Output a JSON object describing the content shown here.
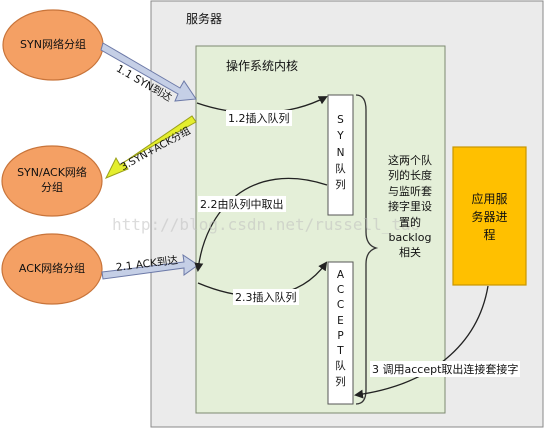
{
  "server_title": "服务器",
  "kernel_title": "操作系统内核",
  "nodes": {
    "syn": "SYN网络分组",
    "synack_line1": "SYN/ACK网络",
    "synack_line2": "分组",
    "ack": "ACK网络分组"
  },
  "arrows": {
    "a11": "1.1 SYN到达",
    "a3": "3.SYN+ACK分组",
    "a21": "2.1 ACK到达",
    "a12": "1.2插入队列",
    "a22": "2.2由队列中取出",
    "a23": "2.3插入队列",
    "a_accept": "3 调用accept取出连接套接字"
  },
  "syn_queue_chars": [
    "S",
    "Y",
    "N",
    "队",
    "列"
  ],
  "accept_queue_chars": [
    "A",
    "C",
    "C",
    "E",
    "P",
    "T",
    "队",
    "列"
  ],
  "note_lines": [
    "这两个队",
    "列的长度",
    "与监听套",
    "接字里设",
    "置的",
    "backlog",
    "相关"
  ],
  "app_lines": [
    "应用服",
    "务器进",
    "程"
  ],
  "watermark": "http://blog.csdn.net/russell_tao",
  "colors": {
    "server_bg": "#ebebeb",
    "kernel_bg": "#e4efd8",
    "ellipse": "#f4a064",
    "ellipse_stroke": "#c8743a",
    "app_bg": "#ffc000",
    "app_stroke": "#c89600",
    "blue_arrow": "#c5cfe6",
    "yellow_arrow": "#e4ee2e"
  }
}
